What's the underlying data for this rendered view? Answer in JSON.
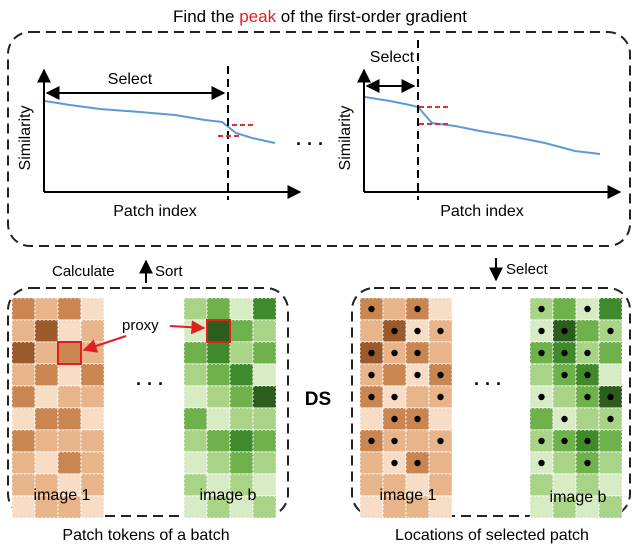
{
  "title": {
    "prefix": "Find the ",
    "highlight": "peak",
    "suffix": " of the first-order gradient"
  },
  "left_plot": {
    "ylabel": "Similarity",
    "xlabel": "Patch index",
    "select_label": "Select"
  },
  "right_plot": {
    "ylabel": "Similarity",
    "xlabel": "Patch index",
    "select_label": "Select"
  },
  "ellipsis": "· · ·",
  "arrows": {
    "calculate": "Calculate",
    "sort": "Sort",
    "select": "Select"
  },
  "left_panel": {
    "proxy_label": "proxy",
    "image1": "image 1",
    "imageb": "image b",
    "ellipsis": "· · ·",
    "caption": "Patch tokens of a batch"
  },
  "ds_label": "DS",
  "right_panel": {
    "image1": "image 1",
    "imageb": "image b",
    "ellipsis": "· · ·",
    "caption": "Locations of selected patch"
  },
  "colors": {
    "curve": "#5b9bd5",
    "peak": "#e03030",
    "accent_red": "#e02020"
  },
  "grids": {
    "brown": [
      [
        2,
        1,
        2,
        0
      ],
      [
        1,
        3,
        0,
        1
      ],
      [
        3,
        1,
        2,
        1
      ],
      [
        1,
        2,
        0,
        2
      ],
      [
        2,
        0,
        1,
        1
      ],
      [
        0,
        2,
        2,
        0
      ],
      [
        2,
        1,
        1,
        1
      ],
      [
        1,
        0,
        2,
        1
      ],
      [
        1,
        1,
        0,
        1
      ],
      [
        0,
        1,
        1,
        0
      ]
    ],
    "green": [
      [
        1,
        2,
        0,
        3
      ],
      [
        0,
        4,
        2,
        1
      ],
      [
        2,
        3,
        1,
        2
      ],
      [
        1,
        2,
        3,
        0
      ],
      [
        0,
        1,
        2,
        4
      ],
      [
        2,
        0,
        1,
        1
      ],
      [
        1,
        2,
        3,
        2
      ],
      [
        0,
        1,
        2,
        1
      ],
      [
        1,
        0,
        1,
        0
      ],
      [
        0,
        1,
        0,
        1
      ]
    ],
    "brown_dots": [
      [
        1,
        0,
        1,
        0
      ],
      [
        0,
        1,
        1,
        1
      ],
      [
        1,
        1,
        1,
        0
      ],
      [
        1,
        0,
        1,
        1
      ],
      [
        1,
        1,
        0,
        1
      ],
      [
        0,
        1,
        1,
        0
      ],
      [
        1,
        1,
        0,
        1
      ],
      [
        0,
        1,
        1,
        0
      ],
      [
        0,
        0,
        0,
        0
      ],
      [
        0,
        0,
        0,
        0
      ]
    ],
    "green_dots": [
      [
        1,
        0,
        1,
        0
      ],
      [
        1,
        1,
        0,
        1
      ],
      [
        1,
        1,
        1,
        0
      ],
      [
        0,
        1,
        1,
        0
      ],
      [
        1,
        0,
        1,
        1
      ],
      [
        0,
        1,
        0,
        1
      ],
      [
        1,
        1,
        1,
        0
      ],
      [
        1,
        0,
        1,
        0
      ],
      [
        0,
        0,
        0,
        0
      ],
      [
        0,
        0,
        0,
        0
      ]
    ]
  }
}
